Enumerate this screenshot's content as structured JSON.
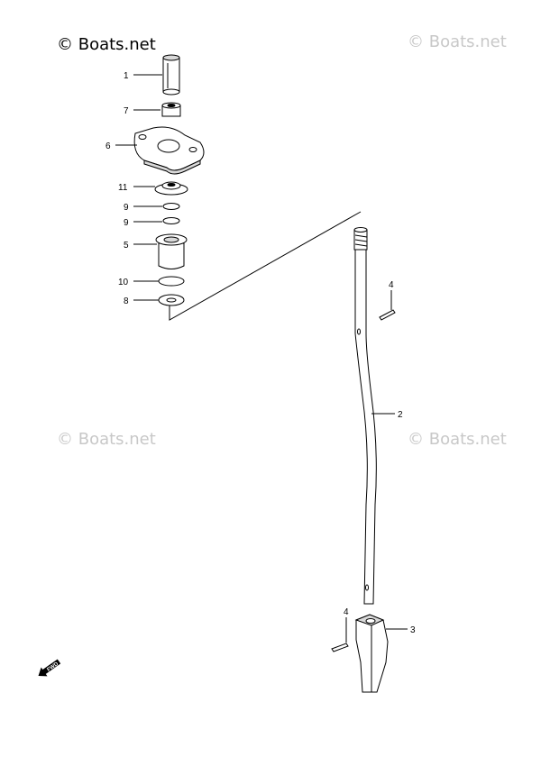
{
  "watermarks": {
    "main": "© Boats.net",
    "faint_top_right": "© Boats.net",
    "faint_mid_left": "© Boats.net",
    "faint_mid_right": "© Boats.net"
  },
  "callouts": {
    "c1": "1",
    "c7": "7",
    "c6": "6",
    "c11": "11",
    "c9a": "9",
    "c9b": "9",
    "c5": "5",
    "c10": "10",
    "c8": "8",
    "c4a": "4",
    "c2": "2",
    "c4b": "4",
    "c3": "3"
  },
  "fwd_label": "FWD",
  "colors": {
    "ink": "#000000",
    "watermark": "#c8c8c8",
    "part_fill": "#ffffff",
    "part_shade": "#d9d9d9"
  }
}
